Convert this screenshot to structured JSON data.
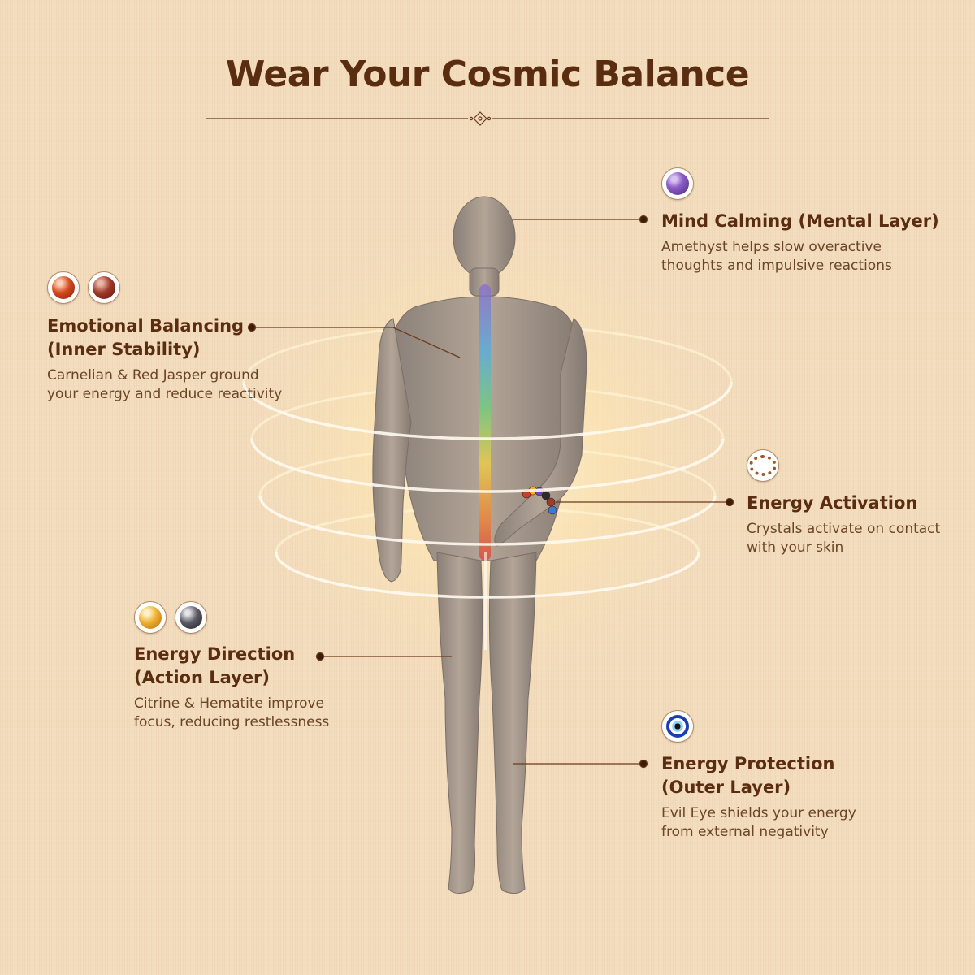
{
  "title": "Wear Your Cosmic Balance",
  "colors": {
    "background": "#f3dcbc",
    "heading": "#5a2c10",
    "body_text": "#6a4526",
    "leader_line": "#6b3a1a"
  },
  "callouts": {
    "mind": {
      "heading": "Mind Calming (Mental Layer)",
      "line1": "Amethyst helps slow overactive",
      "line2": "thoughts and impulsive reactions",
      "stones": [
        "amethyst"
      ]
    },
    "emotional": {
      "heading_line1": "Emotional Balancing",
      "heading_line2": "(Inner Stability)",
      "line1": "Carnelian & Red Jasper ground",
      "line2": "your energy and reduce reactivity",
      "stones": [
        "carnelian",
        "red-jasper"
      ]
    },
    "activation": {
      "heading": "Energy Activation",
      "line1": "Crystals activate on contact",
      "line2": "with your skin",
      "stones": [
        "bracelet"
      ]
    },
    "direction": {
      "heading_line1": "Energy Direction",
      "heading_line2": "(Action Layer)",
      "line1": "Citrine & Hematite improve",
      "line2": "focus, reducing restlessness",
      "stones": [
        "citrine",
        "hematite"
      ]
    },
    "protection": {
      "heading_line1": "Energy Protection",
      "heading_line2": "(Outer Layer)",
      "line1": "Evil Eye shields your energy",
      "line2": "from external negativity",
      "stones": [
        "evil-eye"
      ]
    }
  }
}
